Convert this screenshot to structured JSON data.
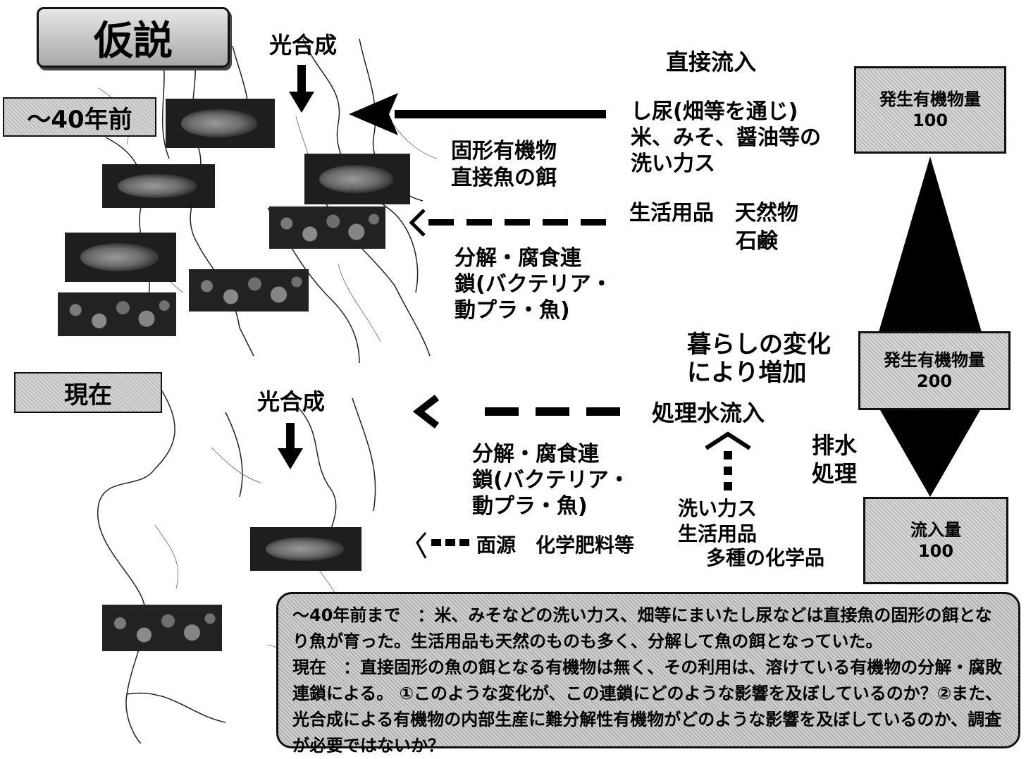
{
  "title": "仮説",
  "past": {
    "era_label": "～40年前",
    "photosynthesis": "光合成",
    "direct_inflow_heading": "直接流入",
    "inflow_lines": [
      "し尿(畑等を通じ)",
      "米、みそ、醤油等の",
      "洗い力ス"
    ],
    "solid_organic": [
      "固形有機物",
      "直接魚の餌"
    ],
    "daily_goods": "生活用品　天然物",
    "soap": "石鹸",
    "decomposition": [
      "分解・腐食連",
      "鎖(バクテリア・",
      "動プラ・魚)"
    ]
  },
  "present": {
    "era_label": "現在",
    "photosynthesis": "光合成",
    "lifestyle_change": [
      "暮らしの変化",
      "により増加"
    ],
    "treated_inflow": "処理水流入",
    "wastewater_treatment": [
      "排水",
      "処理"
    ],
    "decomposition": [
      "分解・腐食連",
      "鎖(バクテリア・",
      "動プラ・魚)"
    ],
    "nonpoint": "面源　化学肥料等",
    "sources": [
      "洗い力ス",
      "生活用品",
      "多種の化学品"
    ]
  },
  "stats": [
    {
      "label": "発生有機物量",
      "value": "100"
    },
    {
      "label": "発生有機物量",
      "value": "200"
    },
    {
      "label": "流入量",
      "value": "100"
    }
  ],
  "summary": "～40年前まで　：米、みそなどの洗い力ス、畑等にまいたし尿などは直接魚の固形の餌となり魚が育った。生活用品も天然のものも多く、分解して魚の餌となっていた。\n現在　：直接固形の魚の餌となる有機物は無く、その利用は、溶けている有機物の分解・腐敗連鎖による。 ①このような変化が、この連鎖にどのような影響を及ぼしているのか？②また、光合成による有機物の内部生産に難分解性有機物がどのような影響を及ぼしているのか、調査が必要ではないか？"
}
